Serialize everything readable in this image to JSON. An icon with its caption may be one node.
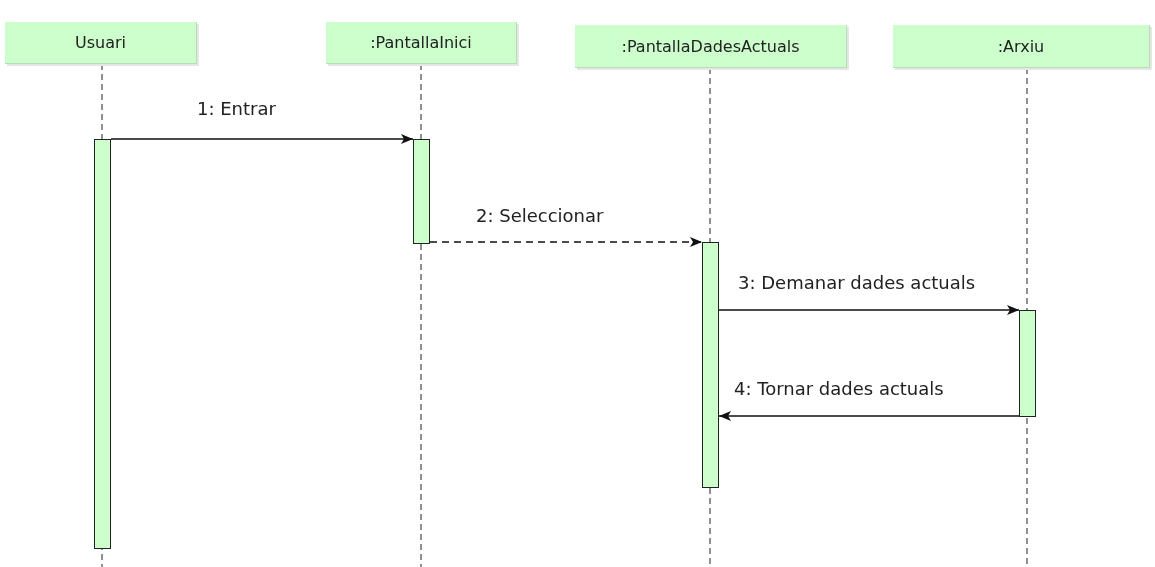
{
  "diagram": {
    "nodes": [
      {
        "text": [
          "Usuari"
        ]
      },
      {
        "text": [
          ":PantallaInici"
        ]
      },
      {
        "text": [
          ":PantallaDadesActuals"
        ]
      },
      {
        "text": [
          ":Arxiu"
        ]
      },
      {
        "text": [],
        "shape": "bar"
      },
      {
        "text": [],
        "shape": "bar"
      },
      {
        "text": [],
        "shape": "bar"
      },
      {
        "text": [],
        "shape": "bar"
      }
    ],
    "edges": [
      {
        "from": 4,
        "to": 5,
        "arrow": "to",
        "label": "1: Entrar"
      },
      {
        "from": 5,
        "to": 6,
        "arrow": "to",
        "label": "2: Seleccionar",
        "style": "dashed"
      },
      {
        "from": 6,
        "to": 7,
        "arrow": "to",
        "label": "3: Demanar dades actuals"
      },
      {
        "from": 7,
        "to": 6,
        "arrow": "to",
        "label": "4: Tornar dades actuals"
      }
    ]
  }
}
